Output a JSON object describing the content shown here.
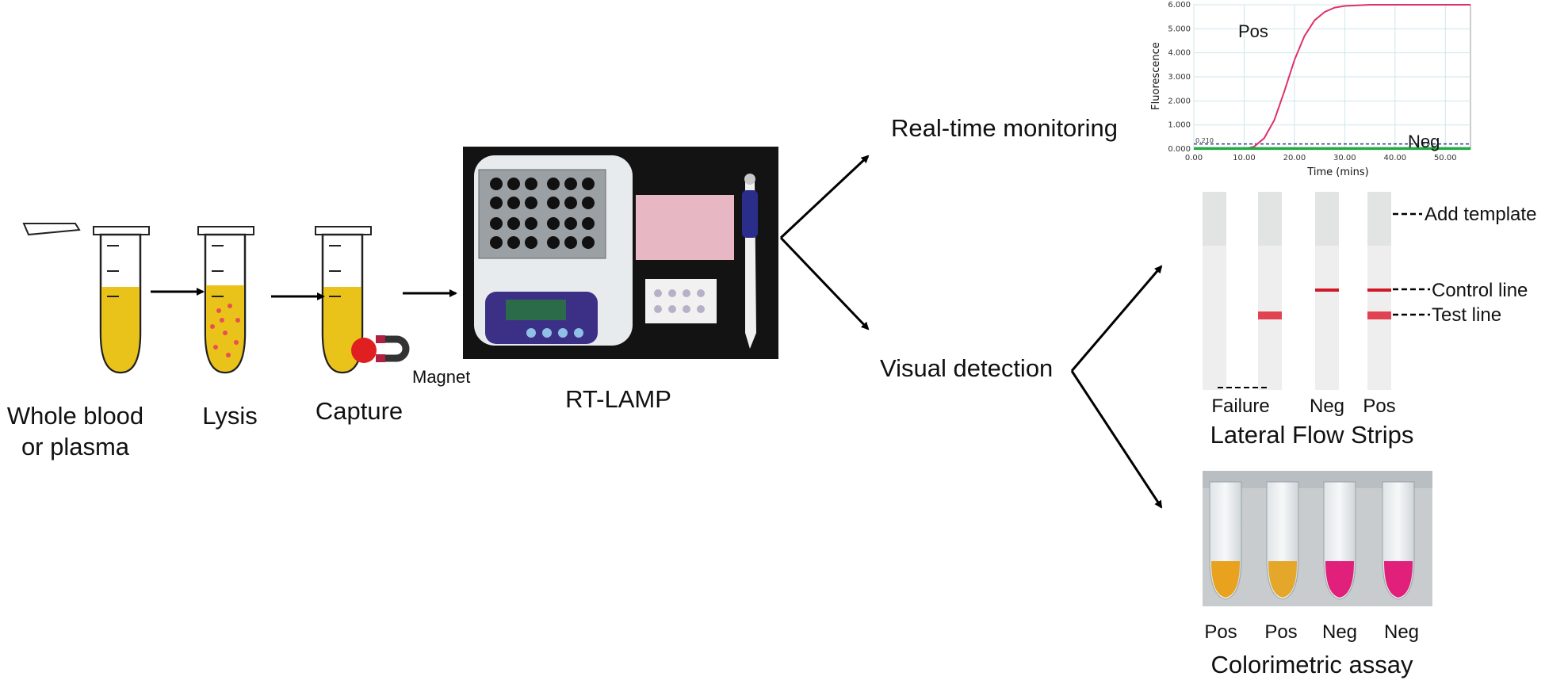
{
  "workflow": {
    "steps": [
      {
        "label_line1": "Whole blood",
        "label_line2": "or plasma"
      },
      {
        "label_line1": "Lysis"
      },
      {
        "label_line1": "Capture"
      }
    ],
    "magnet_label": "Magnet",
    "instrument_label": "RT-LAMP"
  },
  "branches": {
    "realtime_label": "Real-time monitoring",
    "visual_label": "Visual detection"
  },
  "lateral_flow": {
    "title": "Lateral Flow Strips",
    "annotations": [
      "Add template",
      "Control line",
      "Test line"
    ],
    "strip_labels": [
      "Failure",
      "",
      "Neg",
      "Pos"
    ]
  },
  "colorimetric": {
    "title": "Colorimetric assay",
    "tube_labels": [
      "Pos",
      "Pos",
      "Neg",
      "Neg"
    ],
    "tube_colors": [
      "#e8a21e",
      "#e4a72a",
      "#e0207a",
      "#e0207a"
    ]
  },
  "chart_data": {
    "type": "line",
    "xlabel": "Time (mins)",
    "ylabel": "Fluorescence",
    "xlim": [
      0,
      55
    ],
    "ylim": [
      0,
      6
    ],
    "xticks": [
      "0.00",
      "10.00",
      "20.00",
      "30.00",
      "40.00",
      "50.00"
    ],
    "yticks": [
      "0.000",
      "1.000",
      "2.000",
      "3.000",
      "4.000",
      "5.000",
      "6.000"
    ],
    "threshold": 0.21,
    "threshold_label": "0.210",
    "grid": true,
    "series": [
      {
        "name": "Pos",
        "color": "#e0306a",
        "x": [
          0,
          10,
          12,
          14,
          16,
          18,
          20,
          22,
          24,
          26,
          28,
          30,
          35,
          40,
          45,
          50,
          55
        ],
        "y": [
          0.0,
          0.0,
          0.1,
          0.45,
          1.2,
          2.4,
          3.7,
          4.7,
          5.35,
          5.7,
          5.88,
          5.95,
          6.0,
          6.0,
          6.0,
          6.0,
          6.0
        ]
      },
      {
        "name": "Neg",
        "color": "#22aa44",
        "x": [
          0,
          10,
          20,
          30,
          40,
          50,
          55
        ],
        "y": [
          0.02,
          0.02,
          0.02,
          0.02,
          0.02,
          0.02,
          0.02
        ]
      }
    ]
  }
}
